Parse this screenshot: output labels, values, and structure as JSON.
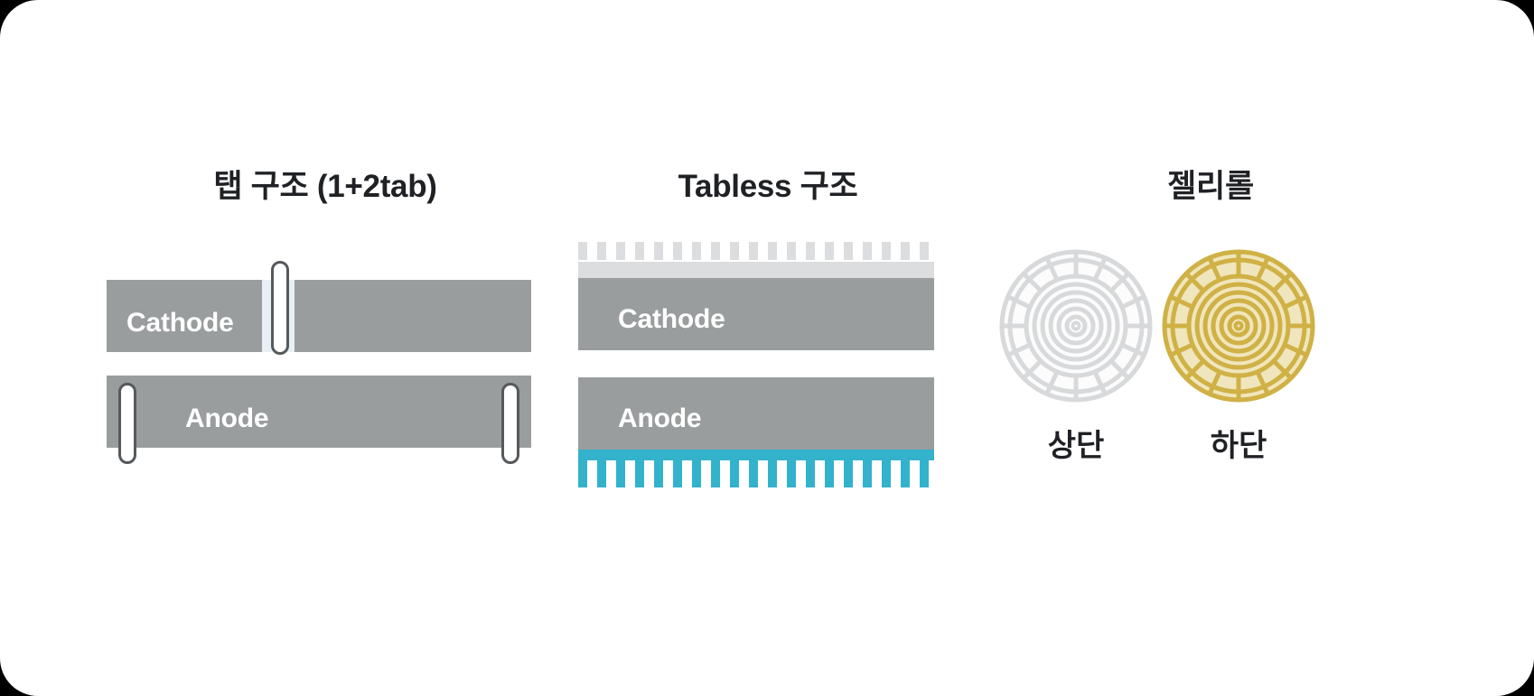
{
  "card": {
    "background": "#ffffff",
    "corner_radius": "42px"
  },
  "colors": {
    "electrode_gray": "#9a9d9e",
    "comb_light_gray": "#dcdddf",
    "teal": "#33b2cc",
    "tab_outline": "#55595c",
    "tab_fill": "#ffffff",
    "pale_strip": "#e8eff7",
    "jelly_gray": "#d8d9db",
    "jelly_gold": "#cfb145",
    "jelly_gold_fill": "#f0e6bd",
    "text_dark": "#1f2124",
    "text_on_bar": "#ffffff"
  },
  "panels": [
    {
      "id": "tab-structure",
      "title": "탭 구조 (1+2tab)",
      "layers": [
        {
          "name": "cathode",
          "label": "Cathode",
          "tabs": 1,
          "tab_color": "#ffffff",
          "tab_outline": "#55595c"
        },
        {
          "name": "anode",
          "label": "Anode",
          "tabs": 2,
          "tab_color": "#ffffff",
          "foil_color": "#33b2cc"
        }
      ]
    },
    {
      "id": "tabless-structure",
      "title": "Tabless 구조",
      "layers": [
        {
          "name": "cathode",
          "label": "Cathode",
          "comb_position": "top",
          "comb_color": "#dcdddf",
          "teeth": 19
        },
        {
          "name": "anode",
          "label": "Anode",
          "comb_position": "bottom",
          "comb_color": "#33b2cc",
          "teeth": 19
        }
      ]
    },
    {
      "id": "jellyroll",
      "title": "젤리롤",
      "rolls": [
        {
          "label": "상단",
          "color": "#d8d9db",
          "fill": "#fbfbfb",
          "spokes": 16,
          "rings": 7
        },
        {
          "label": "하단",
          "color": "#cfb145",
          "fill": "#f0e6bd",
          "spokes": 16,
          "rings": 7
        }
      ]
    }
  ]
}
